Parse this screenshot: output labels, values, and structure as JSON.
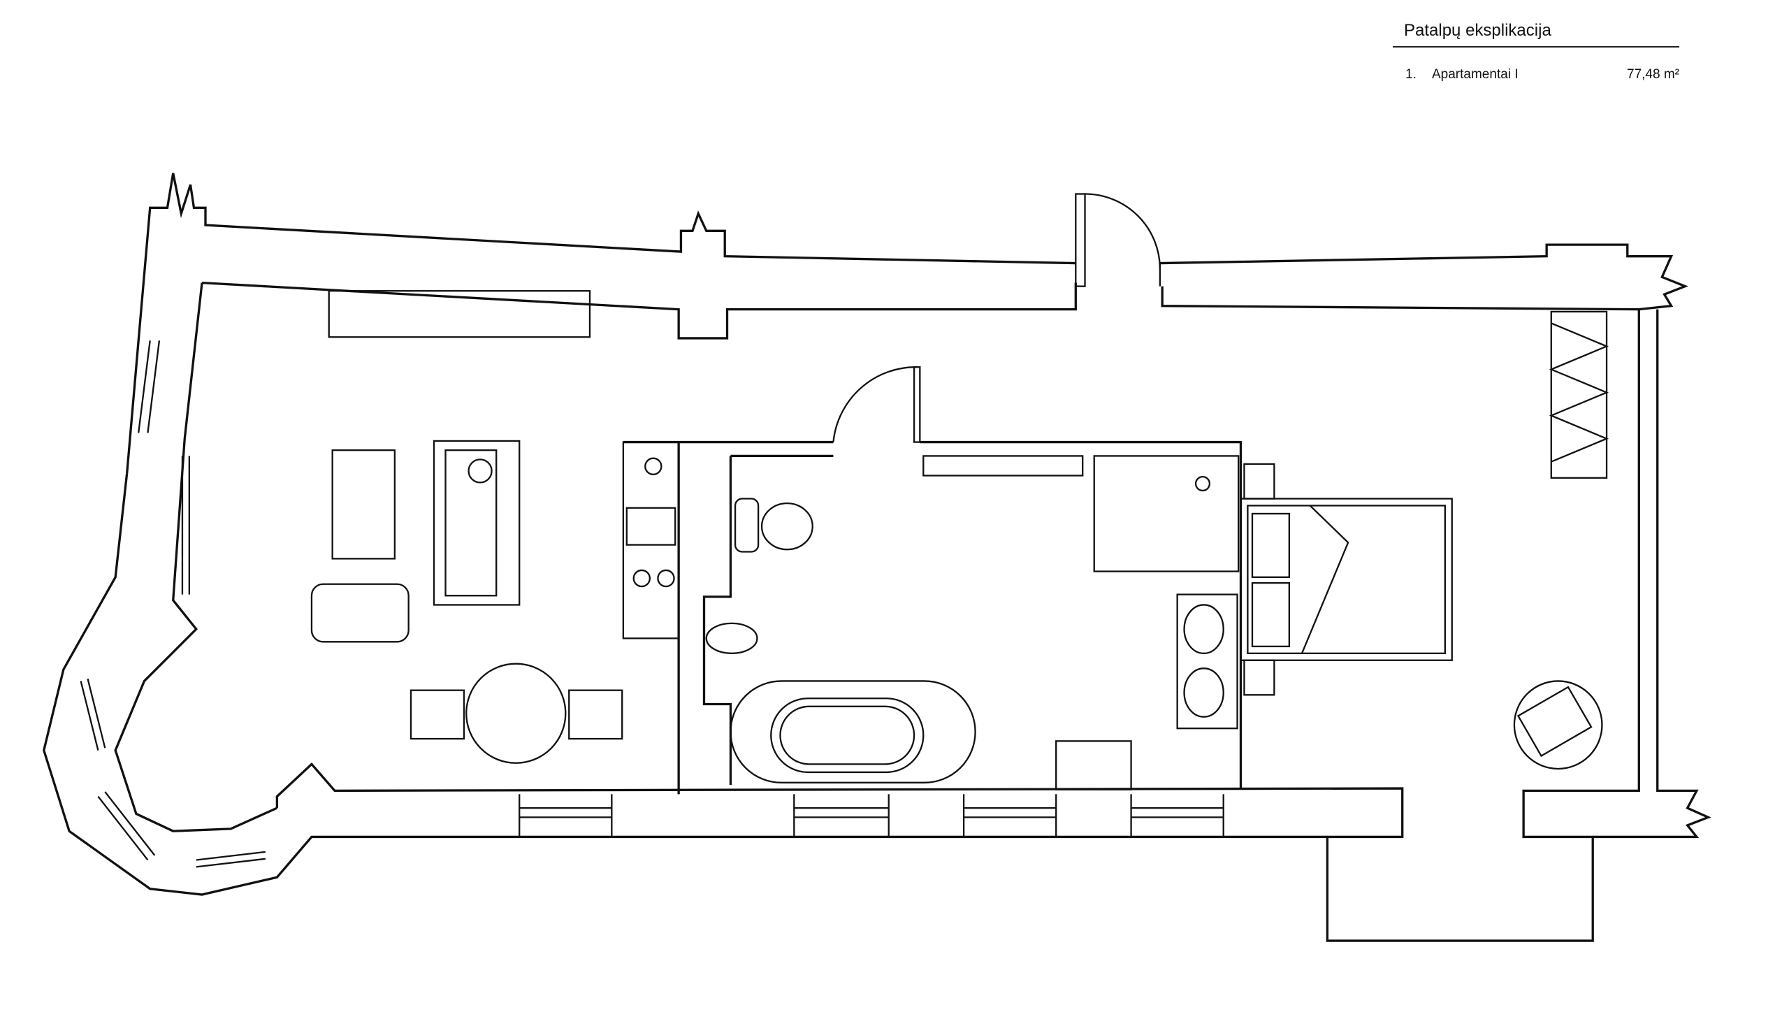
{
  "legend": {
    "title": "Patalpų eksplikacija",
    "rows": [
      {
        "number": "1.",
        "name": "Apartamentai I",
        "area": "77,48 m²"
      }
    ]
  }
}
